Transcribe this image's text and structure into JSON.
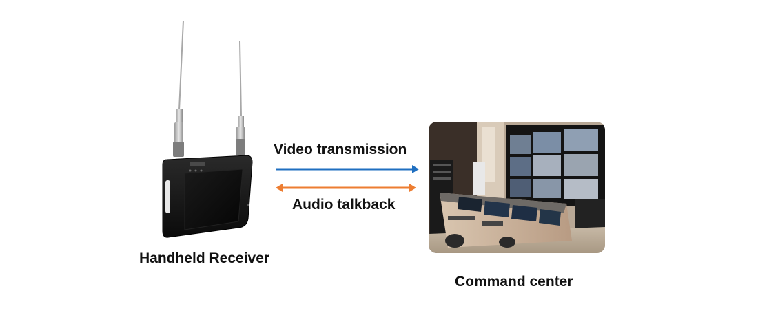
{
  "devices": {
    "receiver_label": "Handheld Receiver",
    "center_label": "Command center"
  },
  "links": {
    "video_label": "Video transmission",
    "audio_label": "Audio talkback"
  },
  "colors": {
    "video_arrow": "#1f6fc0",
    "audio_arrow": "#ed7d31"
  },
  "icons": [
    "handheld-receiver-image",
    "command-center-photo",
    "video-arrow",
    "audio-arrow"
  ]
}
